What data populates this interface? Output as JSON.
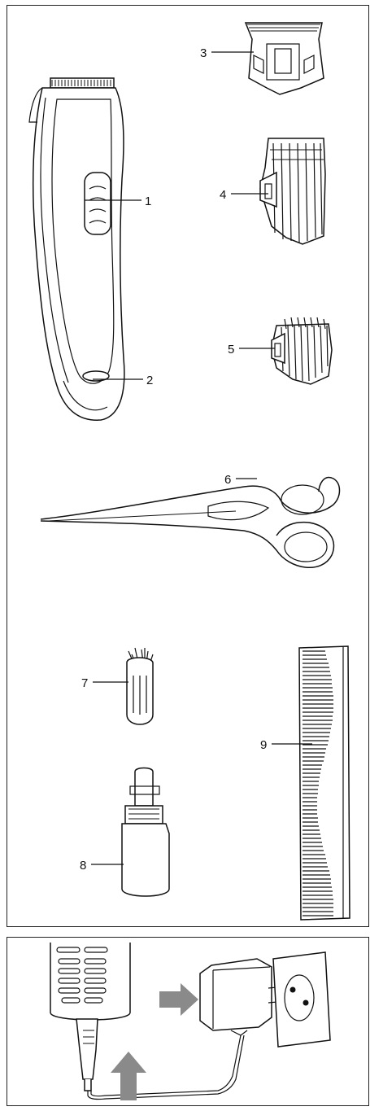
{
  "callouts": [
    {
      "id": "1",
      "text": "1"
    },
    {
      "id": "2",
      "text": "2"
    },
    {
      "id": "3",
      "text": "3"
    },
    {
      "id": "4",
      "text": "4"
    },
    {
      "id": "5",
      "text": "5"
    },
    {
      "id": "6",
      "text": "6"
    },
    {
      "id": "7",
      "text": "7"
    },
    {
      "id": "8",
      "text": "8"
    },
    {
      "id": "9",
      "text": "9"
    }
  ],
  "colors": {
    "line": "#111111",
    "arrow": "#8a8a8a",
    "background": "#ffffff"
  },
  "icons": [
    "clipper-illustration",
    "blade-head-illustration",
    "comb-attachment-illustration",
    "scissors-illustration",
    "cleaning-brush-illustration",
    "oil-bottle-illustration",
    "comb-illustration",
    "power-adapter-illustration",
    "wall-socket-illustration",
    "arrow-icon"
  ]
}
